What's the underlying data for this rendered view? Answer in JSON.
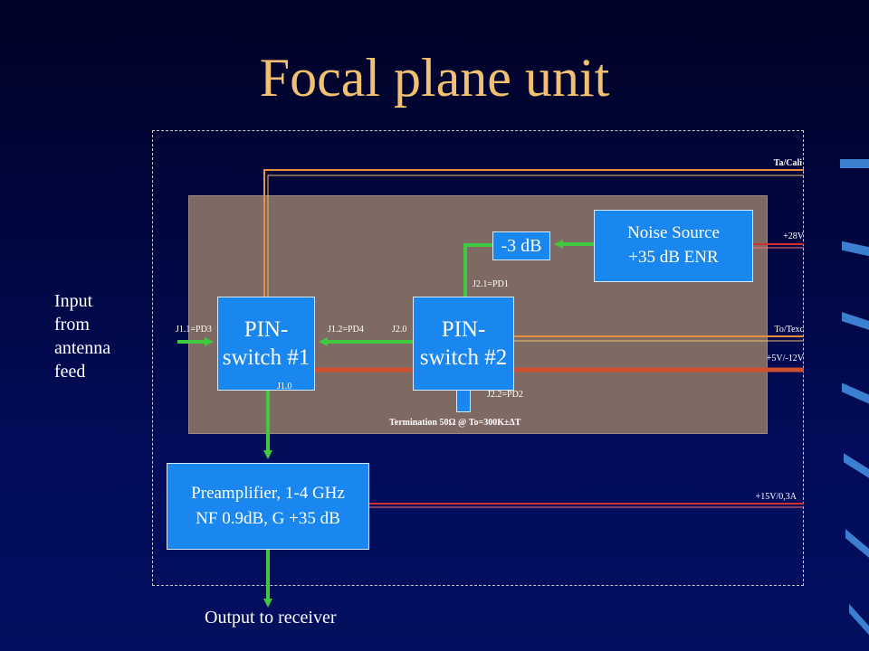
{
  "title": "Focal plane unit",
  "blocks": {
    "pin_switch_1": [
      "PIN-",
      "switch #1"
    ],
    "pin_switch_2": [
      "PIN-",
      "switch #2"
    ],
    "attenuator": "-3 dB",
    "noise_source": [
      "Noise Source",
      "+35 dB ENR"
    ],
    "preamplifier": [
      "Preamplifier, 1-4 GHz",
      "NF 0.9dB, G +35 dB"
    ]
  },
  "connectors": {
    "j1_1": "J1.1=PD3",
    "j1_2": "J1.2=PD4",
    "j2_0": "J2.0",
    "j2_1": "J2.1=PD1",
    "j1_0": "J1.0",
    "j2_2": "J2.2=PD2"
  },
  "termination": "Termination 50Ω @ To=300K±ΔT",
  "lines": {
    "ta_cali": "Ta/Cali",
    "v28": "+28V",
    "to_texc": "To/Texc",
    "v5_12": "+5V/-12V",
    "v15": "+15V/0,3A"
  },
  "io": {
    "input": [
      "Input",
      "from",
      "antenna",
      "feed"
    ],
    "output": "Output to receiver"
  },
  "colors": {
    "signal_line": "#40c840",
    "control_line": "#e89040",
    "power_line": "#d03030",
    "block_fill": "#1a86f0",
    "board_fill": "#7e6a63"
  }
}
